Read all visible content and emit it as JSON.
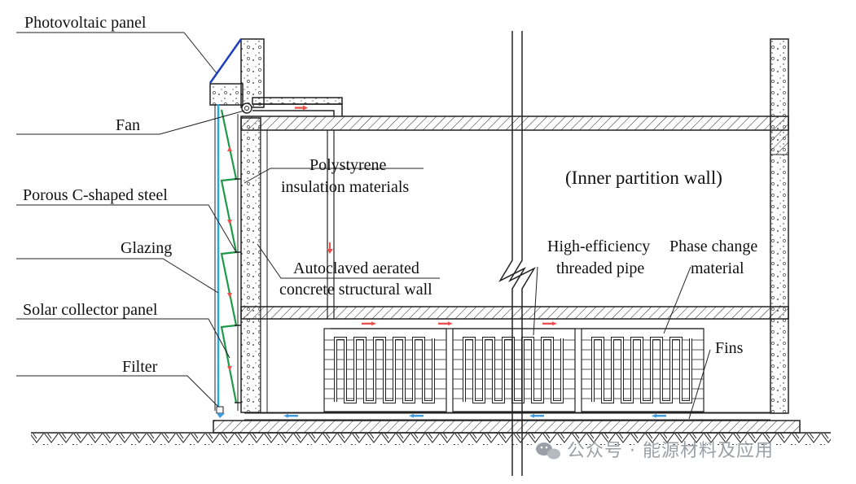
{
  "labels": {
    "photovoltaic_panel": "Photovoltaic panel",
    "fan": "Fan",
    "porous_c_steel": "Porous C-shaped steel",
    "glazing": "Glazing",
    "solar_collector_panel": "Solar collector panel",
    "filter": "Filter",
    "polystyrene_line1": "Polystyrene",
    "polystyrene_line2": "insulation materials",
    "aac_line1": "Autoclaved aerated",
    "aac_line2": "concrete structural wall",
    "inner_partition_wall": "(Inner partition wall)",
    "pipe_line1": "High-efficiency",
    "pipe_line2": "threaded pipe",
    "pcm_line1": "Phase change",
    "pcm_line2": "material",
    "fins": "Fins"
  },
  "watermark": {
    "text": "公众号 · 能源材料及应用",
    "icon": "wechat-icon"
  },
  "colors": {
    "pv_panel": "#1f3fbf",
    "glazing": "#2aa8e0",
    "collector": "#1e9a4a",
    "hot_arrow": "#e8534f",
    "cold_arrow": "#3a9be0",
    "watermark": "#9aa0a6"
  },
  "icons": [
    "fan-icon",
    "filter-icon",
    "flow-arrow-icon",
    "wechat-icon"
  ]
}
